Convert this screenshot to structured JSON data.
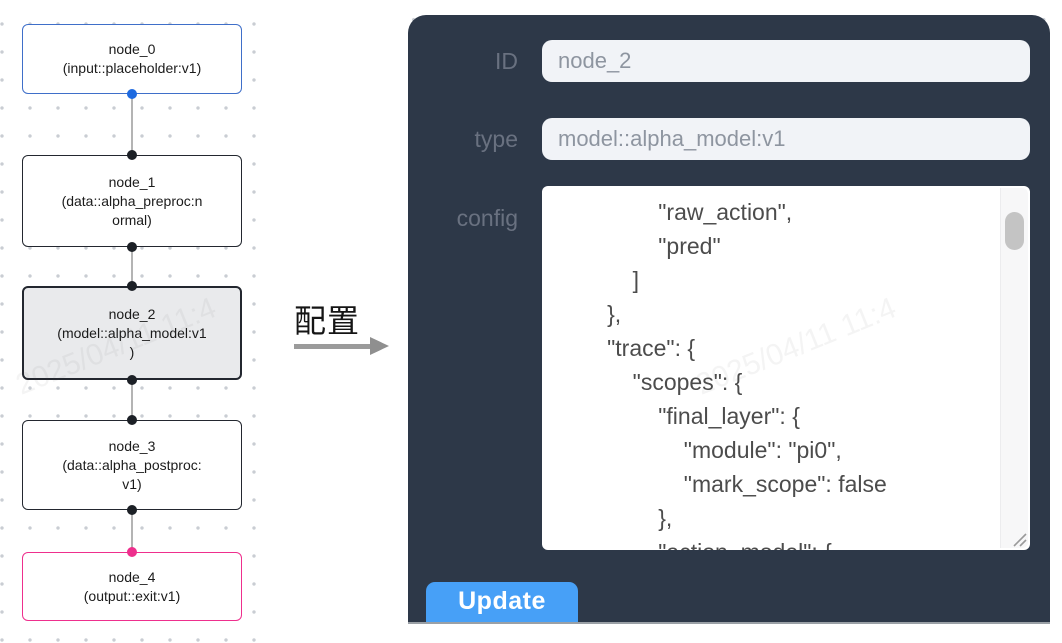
{
  "graph": {
    "nodes": [
      {
        "id": "node_0",
        "accent": "blue",
        "selected": false,
        "lines": [
          "node_0",
          "(input::placeholder:v1)",
          ""
        ]
      },
      {
        "id": "node_1",
        "accent": "dark",
        "selected": false,
        "lines": [
          "node_1",
          "(data::alpha_preproc:n",
          "ormal)"
        ]
      },
      {
        "id": "node_2",
        "accent": "dark",
        "selected": true,
        "lines": [
          "node_2",
          "(model::alpha_model:v1",
          ")"
        ]
      },
      {
        "id": "node_3",
        "accent": "dark",
        "selected": false,
        "lines": [
          "node_3",
          "(data::alpha_postproc:",
          "v1)"
        ]
      },
      {
        "id": "node_4",
        "accent": "pink",
        "selected": false,
        "lines": [
          "node_4",
          "(output::exit:v1)",
          ""
        ]
      }
    ]
  },
  "transition": {
    "label": "配置"
  },
  "panel": {
    "fields": [
      {
        "label": "ID",
        "value": "node_2"
      },
      {
        "label": "type",
        "value": "model::alpha_model:v1"
      }
    ],
    "config_label": "config",
    "config_text": "                \"raw_action\",\n                \"pred\"\n            ]\n        },\n        \"trace\": {\n            \"scopes\": {\n                \"final_layer\": {\n                    \"module\": \"pi0\",\n                    \"mark_scope\": false\n                },\n                \"action_model\": {",
    "update_label": "Update"
  },
  "watermark": "2025/04/11 11:4",
  "colors": {
    "panel_bg": "#2d3848",
    "label_text": "#697180",
    "input_bg": "#f1f3f7",
    "input_text": "#8e95a0",
    "button_blue": "#47a0f7",
    "node_blue": "#3f6fc9",
    "node_pink": "#ee2f8d",
    "node_dark": "#23272f",
    "selected_node_bg": "#e9eaec",
    "edge_gray": "#b4b4b4",
    "dot_grid": "#c9cdd3"
  }
}
